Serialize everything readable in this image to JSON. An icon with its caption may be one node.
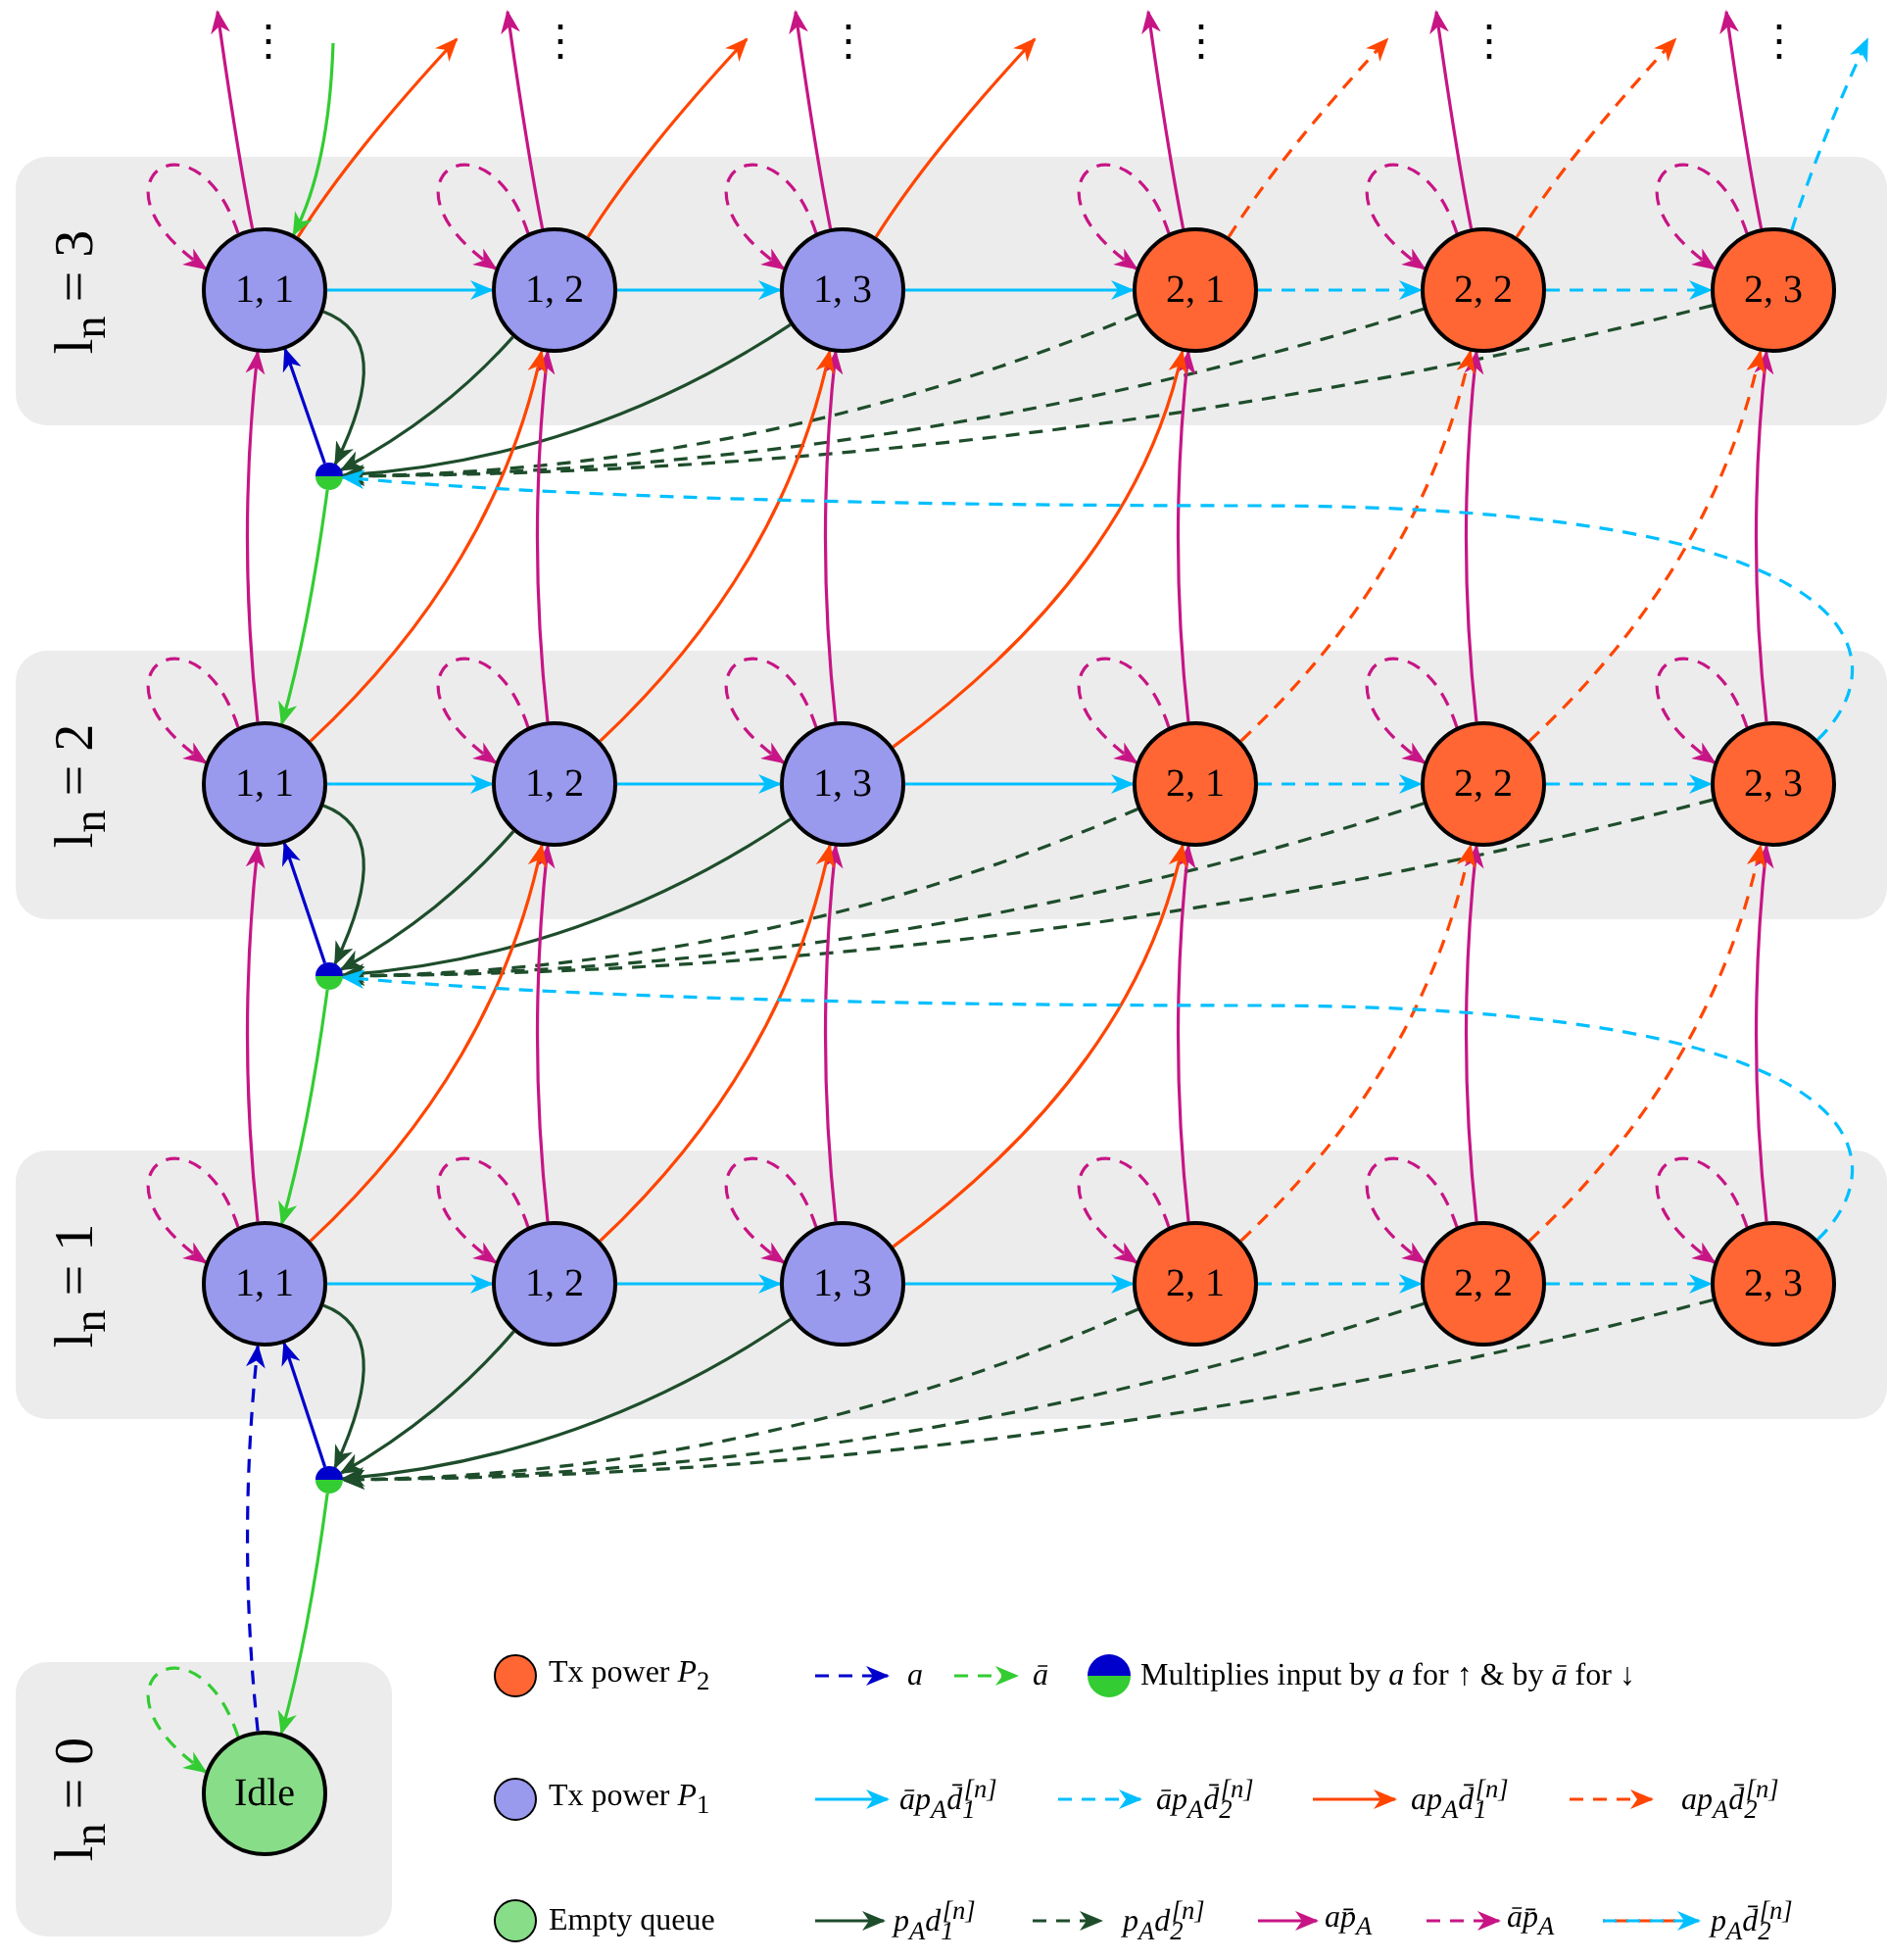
{
  "diagram": {
    "nodes": [
      {
        "text": [
          "l$_{n}$ = 3"
        ]
      },
      {
        "text": [
          "1, 1"
        ],
        "in": 0
      },
      {
        "text": [
          "1, 2"
        ],
        "in": 0
      },
      {
        "text": [
          "1, 3"
        ],
        "in": 0
      },
      {
        "text": [
          "2, 1"
        ],
        "in": 0
      },
      {
        "text": [
          "2, 2"
        ],
        "in": 0
      },
      {
        "text": [
          "2, 3"
        ],
        "in": 0
      },
      {
        "text": [],
        "shape": "circle"
      },
      {
        "text": [
          "l$_{n}$ = 2"
        ]
      },
      {
        "text": [
          "1, 1"
        ],
        "in": 8
      },
      {
        "text": [
          "1, 2"
        ],
        "in": 8
      },
      {
        "text": [
          "1, 3"
        ],
        "in": 8
      },
      {
        "text": [
          "2, 1"
        ],
        "in": 8
      },
      {
        "text": [
          "2, 2"
        ],
        "in": 8
      },
      {
        "text": [
          "2, 3"
        ],
        "in": 8
      },
      {
        "text": [],
        "shape": "circle"
      },
      {
        "text": [
          "l$_{n}$ = 1"
        ]
      },
      {
        "text": [
          "1, 1"
        ],
        "in": 16
      },
      {
        "text": [
          "1, 2"
        ],
        "in": 16
      },
      {
        "text": [
          "1, 3"
        ],
        "in": 16
      },
      {
        "text": [
          "2, 1"
        ],
        "in": 16
      },
      {
        "text": [
          "2, 2"
        ],
        "in": 16
      },
      {
        "text": [
          "2, 3"
        ],
        "in": 16
      },
      {
        "text": [],
        "shape": "circle"
      },
      {
        "text": [
          "l$_{n}$ = 0"
        ]
      },
      {
        "text": [
          "Idle"
        ],
        "in": 24
      }
    ],
    "edges": [
      {
        "from": 1,
        "to": 2,
        "arrow": "to",
        "color": "#00bfff"
      },
      {
        "from": 2,
        "to": 3,
        "arrow": "to",
        "color": "#00bfff"
      },
      {
        "from": 3,
        "to": 4,
        "arrow": "to",
        "color": "#00bfff"
      },
      {
        "from": 4,
        "to": 5,
        "arrow": "to",
        "style": "dashed",
        "color": "#00bfff"
      },
      {
        "from": 5,
        "to": 6,
        "arrow": "to",
        "style": "dashed",
        "color": "#00bfff"
      },
      {
        "from": 1,
        "to": 7,
        "arrow": "to",
        "color": "#1e4d2b"
      },
      {
        "from": 2,
        "to": 7,
        "arrow": "to",
        "color": "#1e4d2b"
      },
      {
        "from": 3,
        "to": 7,
        "arrow": "to",
        "color": "#1e4d2b"
      },
      {
        "from": 4,
        "to": 7,
        "arrow": "to",
        "style": "dashed",
        "color": "#1e4d2b"
      },
      {
        "from": 5,
        "to": 7,
        "arrow": "to",
        "style": "dashed",
        "color": "#1e4d2b"
      },
      {
        "from": 6,
        "to": 7,
        "arrow": "to",
        "style": "dashed",
        "color": "#1e4d2b"
      },
      {
        "from": 7,
        "to": 1,
        "arrow": "to",
        "color": "#0000cc"
      },
      {
        "from": 7,
        "to": 9,
        "arrow": "to",
        "color": "#33cc33"
      },
      {
        "from": 1,
        "to": 1,
        "arrow": "to",
        "style": "dashed",
        "color": "#c71585"
      },
      {
        "from": 2,
        "to": 2,
        "arrow": "to",
        "style": "dashed",
        "color": "#c71585"
      },
      {
        "from": 3,
        "to": 3,
        "arrow": "to",
        "style": "dashed",
        "color": "#c71585"
      },
      {
        "from": 4,
        "to": 4,
        "arrow": "to",
        "style": "dashed",
        "color": "#c71585"
      },
      {
        "from": 5,
        "to": 5,
        "arrow": "to",
        "style": "dashed",
        "color": "#c71585"
      },
      {
        "from": 6,
        "to": 6,
        "arrow": "to",
        "style": "dashed",
        "color": "#c71585"
      },
      {
        "from": 1,
        "to": null,
        "arrow": "to",
        "color": "#c71585"
      },
      {
        "from": 2,
        "to": null,
        "arrow": "to",
        "color": "#c71585"
      },
      {
        "from": 3,
        "to": null,
        "arrow": "to",
        "color": "#c71585"
      },
      {
        "from": 4,
        "to": null,
        "arrow": "to",
        "color": "#c71585"
      },
      {
        "from": 5,
        "to": null,
        "arrow": "to",
        "color": "#c71585"
      },
      {
        "from": 6,
        "to": null,
        "arrow": "to",
        "color": "#c71585"
      },
      {
        "from": 1,
        "to": null,
        "arrow": "to",
        "color": "#ff4500"
      },
      {
        "from": 2,
        "to": null,
        "arrow": "to",
        "color": "#ff4500"
      },
      {
        "from": 3,
        "to": null,
        "arrow": "to",
        "color": "#ff4500"
      },
      {
        "from": 4,
        "to": null,
        "arrow": "to",
        "style": "dashed",
        "color": "#ff4500"
      },
      {
        "from": 5,
        "to": null,
        "arrow": "to",
        "style": "dashed",
        "color": "#ff4500"
      },
      {
        "from": 6,
        "to": null,
        "arrow": "to",
        "style": "dashed",
        "color": "#00bfff"
      },
      {
        "from": 9,
        "to": 10,
        "arrow": "to",
        "color": "#00bfff"
      },
      {
        "from": 10,
        "to": 11,
        "arrow": "to",
        "color": "#00bfff"
      },
      {
        "from": 11,
        "to": 12,
        "arrow": "to",
        "color": "#00bfff"
      },
      {
        "from": 12,
        "to": 13,
        "arrow": "to",
        "style": "dashed",
        "color": "#00bfff"
      },
      {
        "from": 13,
        "to": 14,
        "arrow": "to",
        "style": "dashed",
        "color": "#00bfff"
      },
      {
        "from": 9,
        "to": 15,
        "arrow": "to",
        "color": "#1e4d2b"
      },
      {
        "from": 10,
        "to": 15,
        "arrow": "to",
        "color": "#1e4d2b"
      },
      {
        "from": 11,
        "to": 15,
        "arrow": "to",
        "color": "#1e4d2b"
      },
      {
        "from": 12,
        "to": 15,
        "arrow": "to",
        "style": "dashed",
        "color": "#1e4d2b"
      },
      {
        "from": 13,
        "to": 15,
        "arrow": "to",
        "style": "dashed",
        "color": "#1e4d2b"
      },
      {
        "from": 14,
        "to": 15,
        "arrow": "to",
        "style": "dashed",
        "color": "#1e4d2b"
      },
      {
        "from": 15,
        "to": 9,
        "arrow": "to",
        "color": "#0000cc"
      },
      {
        "from": 15,
        "to": 17,
        "arrow": "to",
        "color": "#33cc33"
      },
      {
        "from": 9,
        "to": 9,
        "arrow": "to",
        "style": "dashed",
        "color": "#c71585"
      },
      {
        "from": 10,
        "to": 10,
        "arrow": "to",
        "style": "dashed",
        "color": "#c71585"
      },
      {
        "from": 11,
        "to": 11,
        "arrow": "to",
        "style": "dashed",
        "color": "#c71585"
      },
      {
        "from": 12,
        "to": 12,
        "arrow": "to",
        "style": "dashed",
        "color": "#c71585"
      },
      {
        "from": 13,
        "to": 13,
        "arrow": "to",
        "style": "dashed",
        "color": "#c71585"
      },
      {
        "from": 14,
        "to": 14,
        "arrow": "to",
        "style": "dashed",
        "color": "#c71585"
      },
      {
        "from": 9,
        "to": 1,
        "arrow": "to",
        "color": "#c71585"
      },
      {
        "from": 10,
        "to": 2,
        "arrow": "to",
        "color": "#c71585"
      },
      {
        "from": 11,
        "to": 3,
        "arrow": "to",
        "color": "#c71585"
      },
      {
        "from": 12,
        "to": 4,
        "arrow": "to",
        "color": "#c71585"
      },
      {
        "from": 13,
        "to": 5,
        "arrow": "to",
        "color": "#c71585"
      },
      {
        "from": 14,
        "to": 6,
        "arrow": "to",
        "color": "#c71585"
      },
      {
        "from": 9,
        "to": 2,
        "arrow": "to",
        "color": "#ff4500"
      },
      {
        "from": 10,
        "to": 3,
        "arrow": "to",
        "color": "#ff4500"
      },
      {
        "from": 11,
        "to": 4,
        "arrow": "to",
        "color": "#ff4500"
      },
      {
        "from": 12,
        "to": 5,
        "arrow": "to",
        "style": "dashed",
        "color": "#ff4500"
      },
      {
        "from": 13,
        "to": 6,
        "arrow": "to",
        "style": "dashed",
        "color": "#ff4500"
      },
      {
        "from": 14,
        "to": 7,
        "arrow": "to",
        "style": "dashed",
        "color": "#00bfff"
      },
      {
        "from": 17,
        "to": 18,
        "arrow": "to",
        "color": "#00bfff"
      },
      {
        "from": 18,
        "to": 19,
        "arrow": "to",
        "color": "#00bfff"
      },
      {
        "from": 19,
        "to": 20,
        "arrow": "to",
        "color": "#00bfff"
      },
      {
        "from": 20,
        "to": 21,
        "arrow": "to",
        "style": "dashed",
        "color": "#00bfff"
      },
      {
        "from": 21,
        "to": 22,
        "arrow": "to",
        "style": "dashed",
        "color": "#00bfff"
      },
      {
        "from": 17,
        "to": 23,
        "arrow": "to",
        "color": "#1e4d2b"
      },
      {
        "from": 18,
        "to": 23,
        "arrow": "to",
        "color": "#1e4d2b"
      },
      {
        "from": 19,
        "to": 23,
        "arrow": "to",
        "color": "#1e4d2b"
      },
      {
        "from": 20,
        "to": 23,
        "arrow": "to",
        "style": "dashed",
        "color": "#1e4d2b"
      },
      {
        "from": 21,
        "to": 23,
        "arrow": "to",
        "style": "dashed",
        "color": "#1e4d2b"
      },
      {
        "from": 22,
        "to": 23,
        "arrow": "to",
        "style": "dashed",
        "color": "#1e4d2b"
      },
      {
        "from": 23,
        "to": 17,
        "arrow": "to",
        "color": "#0000cc"
      },
      {
        "from": 23,
        "to": 25,
        "arrow": "to",
        "color": "#33cc33"
      },
      {
        "from": 17,
        "to": 17,
        "arrow": "to",
        "style": "dashed",
        "color": "#c71585"
      },
      {
        "from": 18,
        "to": 18,
        "arrow": "to",
        "style": "dashed",
        "color": "#c71585"
      },
      {
        "from": 19,
        "to": 19,
        "arrow": "to",
        "style": "dashed",
        "color": "#c71585"
      },
      {
        "from": 20,
        "to": 20,
        "arrow": "to",
        "style": "dashed",
        "color": "#c71585"
      },
      {
        "from": 21,
        "to": 21,
        "arrow": "to",
        "style": "dashed",
        "color": "#c71585"
      },
      {
        "from": 22,
        "to": 22,
        "arrow": "to",
        "style": "dashed",
        "color": "#c71585"
      },
      {
        "from": 17,
        "to": 9,
        "arrow": "to",
        "color": "#c71585"
      },
      {
        "from": 18,
        "to": 10,
        "arrow": "to",
        "color": "#c71585"
      },
      {
        "from": 19,
        "to": 11,
        "arrow": "to",
        "color": "#c71585"
      },
      {
        "from": 20,
        "to": 12,
        "arrow": "to",
        "color": "#c71585"
      },
      {
        "from": 21,
        "to": 13,
        "arrow": "to",
        "color": "#c71585"
      },
      {
        "from": 22,
        "to": 14,
        "arrow": "to",
        "color": "#c71585"
      },
      {
        "from": 17,
        "to": 10,
        "arrow": "to",
        "color": "#ff4500"
      },
      {
        "from": 18,
        "to": 11,
        "arrow": "to",
        "color": "#ff4500"
      },
      {
        "from": 19,
        "to": 12,
        "arrow": "to",
        "color": "#ff4500"
      },
      {
        "from": 20,
        "to": 13,
        "arrow": "to",
        "style": "dashed",
        "color": "#ff4500"
      },
      {
        "from": 21,
        "to": 14,
        "arrow": "to",
        "style": "dashed",
        "color": "#ff4500"
      },
      {
        "from": 22,
        "to": 15,
        "arrow": "to",
        "style": "dashed",
        "color": "#00bfff"
      },
      {
        "from": null,
        "to": 1,
        "arrow": "to",
        "color": "#33cc33"
      },
      {
        "from": 25,
        "to": 25,
        "arrow": "to",
        "style": "dashed",
        "color": "#33cc33"
      },
      {
        "from": 25,
        "to": 17,
        "arrow": "to",
        "style": "dashed",
        "color": "#0000cc"
      }
    ],
    "labels": [
      "⋮",
      "⋮",
      "⋮",
      "⋮",
      "⋮",
      "⋮"
    ],
    "legend": [
      {
        "text": "Tx power *P*$_{2}$",
        "color": "#ff6633"
      },
      {
        "text": "a"
      },
      {
        "text": "ā"
      },
      {
        "text": "Multiplies input by *a* for ↑ & by *ā* for ↓"
      },
      {
        "text": "Tx power *P*$_{1}$",
        "color": "#9999ee"
      },
      {
        "text": "āp$_{A}$d̄$_{1}$$^{[n]}$"
      },
      {
        "text": "āp$_{A}$d̄$_{2}$$^{[n]}$"
      },
      {
        "text": "ap$_{A}$d̄$_{1}$$^{[n]}$"
      },
      {
        "text": "ap$_{A}$d̄$_{2}$$^{[n]}$"
      },
      {
        "text": "Empty queue",
        "color": "#88dd88"
      },
      {
        "text": "p$_{A}$d$_{1}$$^{[n]}$"
      },
      {
        "text": "p$_{A}$d$_{2}$$^{[n]}$"
      },
      {
        "text": "ap̄$_{A}$"
      },
      {
        "text": "āp̄$_{A}$"
      },
      {
        "text": "p$_{A}$d̄$_{2}$$^{[n]}$"
      }
    ]
  }
}
